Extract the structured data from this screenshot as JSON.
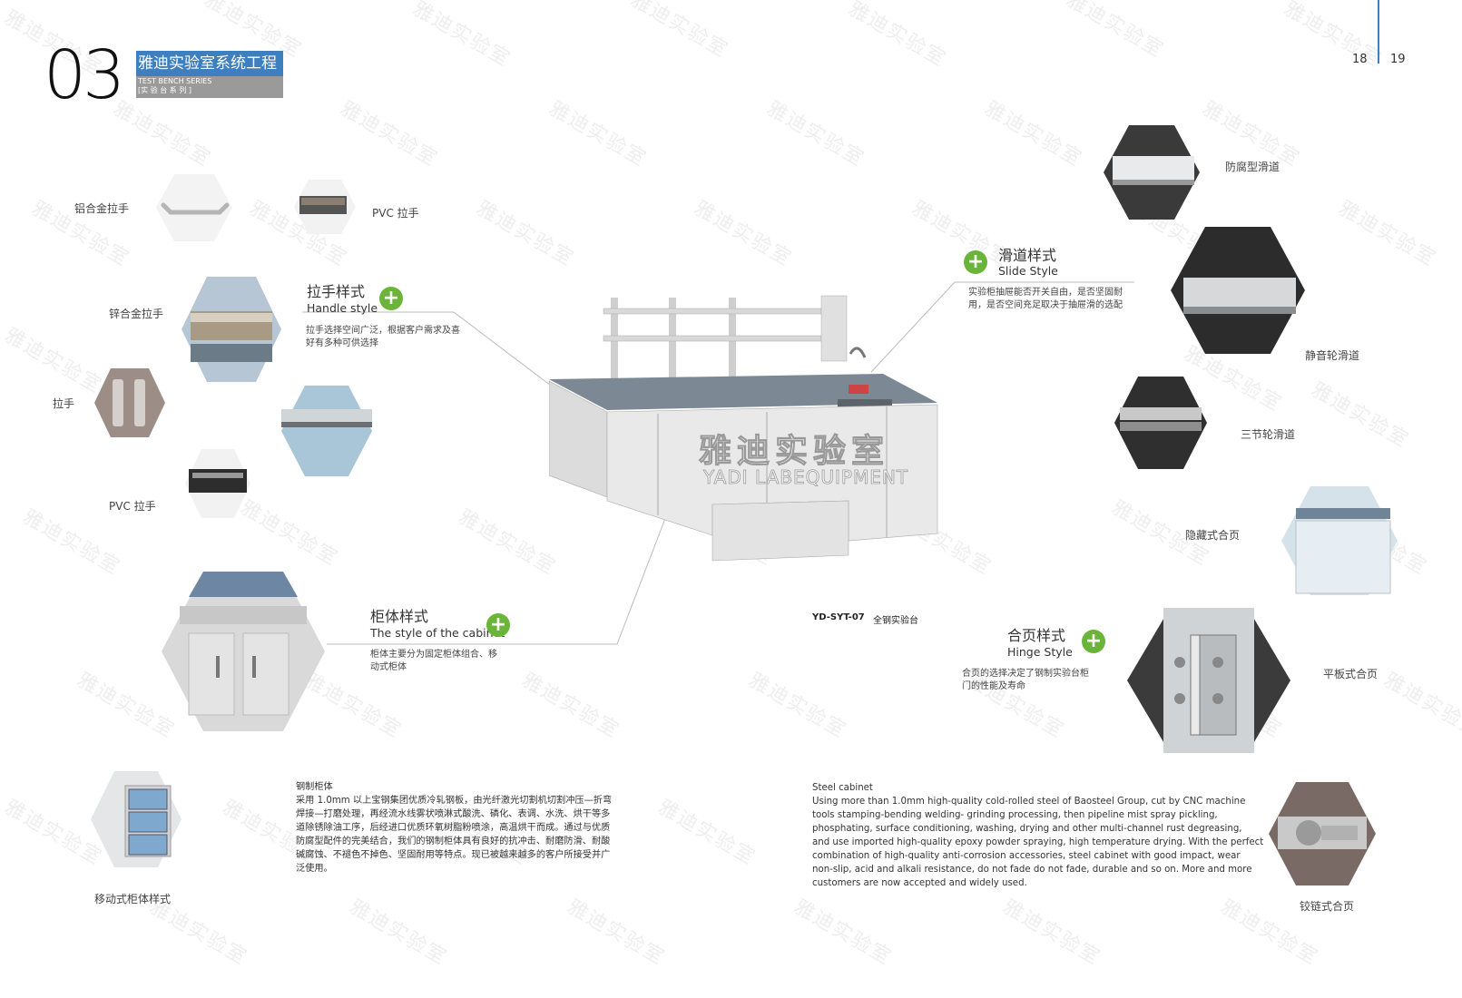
{
  "header": {
    "chapter_number": "03",
    "title_cn": "雅迪实验室系统工程",
    "title_en": "TEST BENCH SERIES",
    "title_series": "[实 验 台 系 列 ]",
    "page_left": "18",
    "page_right": "19"
  },
  "watermark": "雅迪实验室",
  "handle_section": {
    "heading_cn": "拉手样式",
    "heading_en": "Handle style",
    "description": [
      "拉手选择空间广泛，根据客户需求及喜",
      "好有多种可供选择"
    ],
    "items": [
      "铝合金拉手",
      "PVC 拉手",
      "锌合金拉手",
      "拉手",
      "PVC 拉手"
    ]
  },
  "cabinet_section": {
    "heading_cn": "柜体样式",
    "heading_en": "The style of the cabinet",
    "description": [
      "柜体主要分为固定柜体组合、移",
      "动式柜体"
    ],
    "mobile_label": "移动式柜体样式"
  },
  "slide_section": {
    "heading_cn": "滑道样式",
    "heading_en": "Slide Style",
    "description": [
      "实验柜抽屉能否开关自由，是否坚固耐",
      "用，是否空间充足取决于抽屉滑的选配"
    ],
    "items": [
      "防腐型滑道",
      "静音轮滑道",
      "三节轮滑道"
    ]
  },
  "hinge_section": {
    "heading_cn": "合页样式",
    "heading_en": "Hinge Style",
    "description": [
      "合页的选择决定了钢制实验台柜",
      "门的性能及寿命"
    ],
    "items": [
      "隐藏式合页",
      "平板式合页",
      "铰链式合页"
    ]
  },
  "product": {
    "model": "YD-SYT-07",
    "name": "全钢实验台",
    "logo_cn": "雅迪实验室",
    "logo_en": "YADI LABEQUIPMENT"
  },
  "steel_cn": {
    "title": "钢制柜体",
    "lines": [
      "采用 1.0mm 以上宝钢集团优质冷轧钢板，由光纤激光切割机切割冲压—折弯",
      "焊接—打磨处理，再经流水线雾状喷淋式酸洗、磷化、表调、水洗、烘干等多",
      "道除锈除油工序，后经进口优质环氧树脂粉喷涂，高温烘干而成。通过与优质",
      "防腐型配件的完美结合，我们的钢制柜体具有良好的抗冲击、耐磨防滑、耐酸",
      "碱腐蚀、不褪色不掉色、坚固耐用等特点。现已被越来越多的客户所接受并广",
      "泛使用。"
    ]
  },
  "steel_en": {
    "title": "Steel cabinet",
    "lines": [
      "Using more than 1.0mm high-quality cold-rolled steel of Baosteel Group, cut by CNC machine",
      "tools stamping-bending welding- grinding processing, then pipeline mist spray pickling,",
      "phosphating, surface conditioning, washing, drying and other multi-channel rust degreasing,",
      "and use imported high-quality epoxy powder spraying, high temperature drying. With the perfect",
      "combination of high-quality anti-corrosion accessories, steel cabinet with good impact, wear",
      "non-slip, acid and alkali resistance, do not fade do not fade, durable and so on. More and more",
      "customers are now accepted and widely used."
    ]
  },
  "colors": {
    "accent_blue": "#3e7fbf",
    "plus_green": "#6bb43a",
    "watermark": "#cfcfcf"
  }
}
